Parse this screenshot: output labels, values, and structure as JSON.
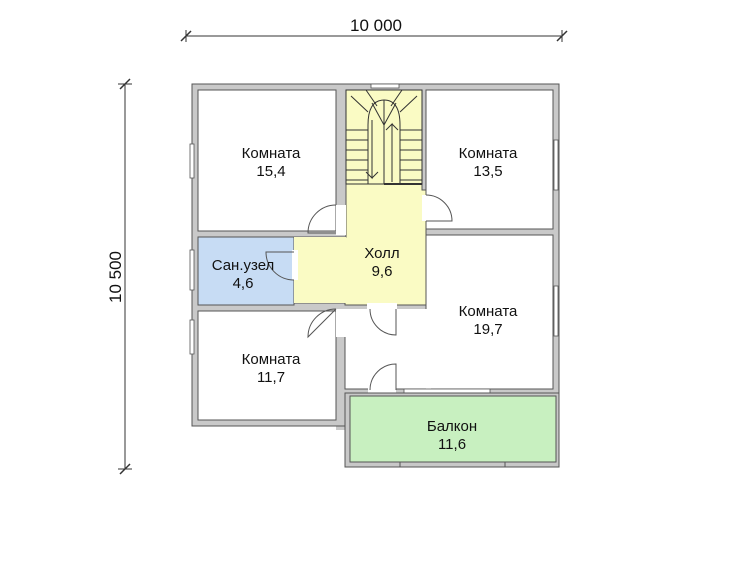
{
  "dimensions": {
    "width_label": "10 000",
    "height_label": "10 500"
  },
  "rooms": {
    "room_top_left": {
      "name": "Комната",
      "area": "15,4"
    },
    "room_top_right": {
      "name": "Комната",
      "area": "13,5"
    },
    "bathroom": {
      "name": "Сан.узел",
      "area": "4,6"
    },
    "hall": {
      "name": "Холл",
      "area": "9,6"
    },
    "room_mid_right": {
      "name": "Комната",
      "area": "19,7"
    },
    "room_bottom_left": {
      "name": "Комната",
      "area": "11,7"
    },
    "balcony": {
      "name": "Балкон",
      "area": "11,6"
    }
  },
  "colors": {
    "hall": "#fafbc4",
    "bathroom": "#c7dcf4",
    "balcony": "#c8f0c0",
    "room": "#ffffff",
    "wall": "#c9c9c9"
  }
}
